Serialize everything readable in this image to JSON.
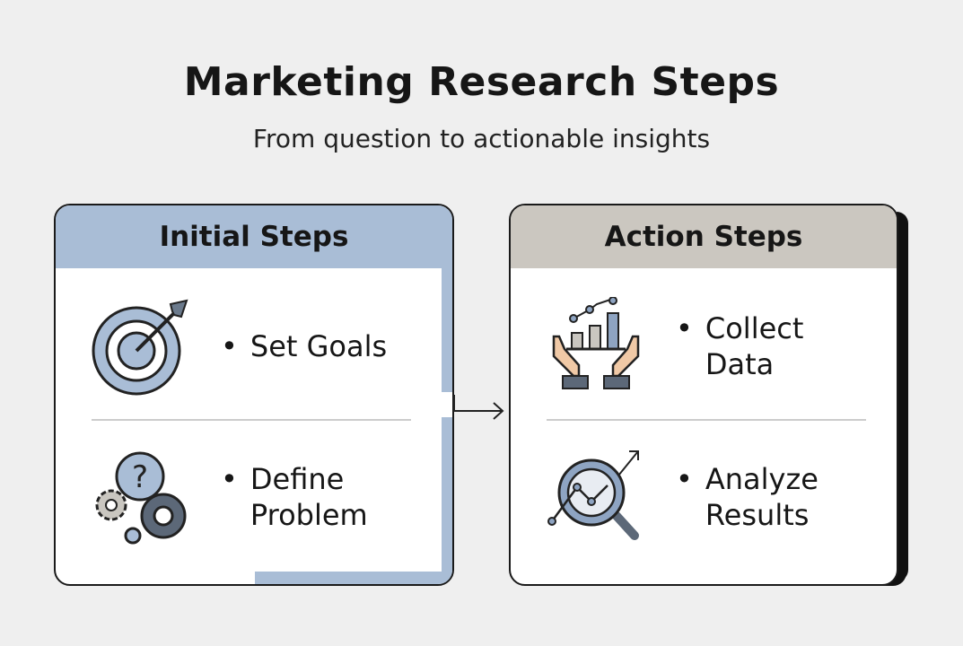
{
  "title": "Marketing Research Steps",
  "subtitle": "From question to actionable insights",
  "panels": [
    {
      "heading": "Initial Steps",
      "color": "#a9bdd6",
      "items": [
        {
          "label": "Set Goals",
          "icon": "target-icon"
        },
        {
          "label": "Define Problem",
          "icon": "question-gears-icon"
        }
      ]
    },
    {
      "heading": "Action Steps",
      "color": "#cbc7c0",
      "items": [
        {
          "label": "Collect Data",
          "icon": "hands-chart-icon"
        },
        {
          "label": "Analyze Results",
          "icon": "magnifier-chart-icon"
        }
      ]
    }
  ],
  "bullet": "•"
}
